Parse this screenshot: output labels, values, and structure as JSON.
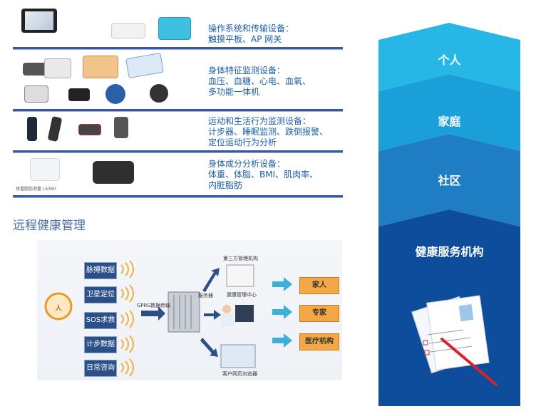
{
  "device_rows": [
    {
      "lines": [
        "操作系统和传输设备：",
        "触摸平板、AP 网关"
      ]
    },
    {
      "lines": [
        "身体特征监测设备：",
        "血压、血糖、心电、血氧、",
        "多功能一体机"
      ]
    },
    {
      "lines": [
        "运动和生活行为监测设备：",
        "计步器、睡眠监测、跌倒报警、",
        "定位运动行为分析"
      ]
    },
    {
      "lines": [
        "身体成分分析设备：",
        "体重、体脂、BMI、肌肉率、",
        "内脏脂肪"
      ]
    }
  ],
  "scale_caption": "体重脂肪测量 LS360",
  "pyramid": {
    "levels": [
      "个人",
      "家庭",
      "社区",
      "健康服务机构"
    ],
    "colors": [
      "#27b7e6",
      "#1a9fd8",
      "#1f7dc4",
      "#0d4d9c"
    ]
  },
  "section_title": "远程健康管理",
  "diagram": {
    "person_label": "人",
    "inputs": [
      "脉搏数据",
      "卫星定位",
      "SOS求救",
      "计步数据",
      "日常咨询"
    ],
    "transmission_label": "GPRS数据传输",
    "server_label": "服务器",
    "third_party_label": "第三方管理机构",
    "health_center_label": "健康管理中心",
    "client_label": "客户网页浏览器",
    "outputs": [
      "家人",
      "专家",
      "医疗机构"
    ]
  }
}
